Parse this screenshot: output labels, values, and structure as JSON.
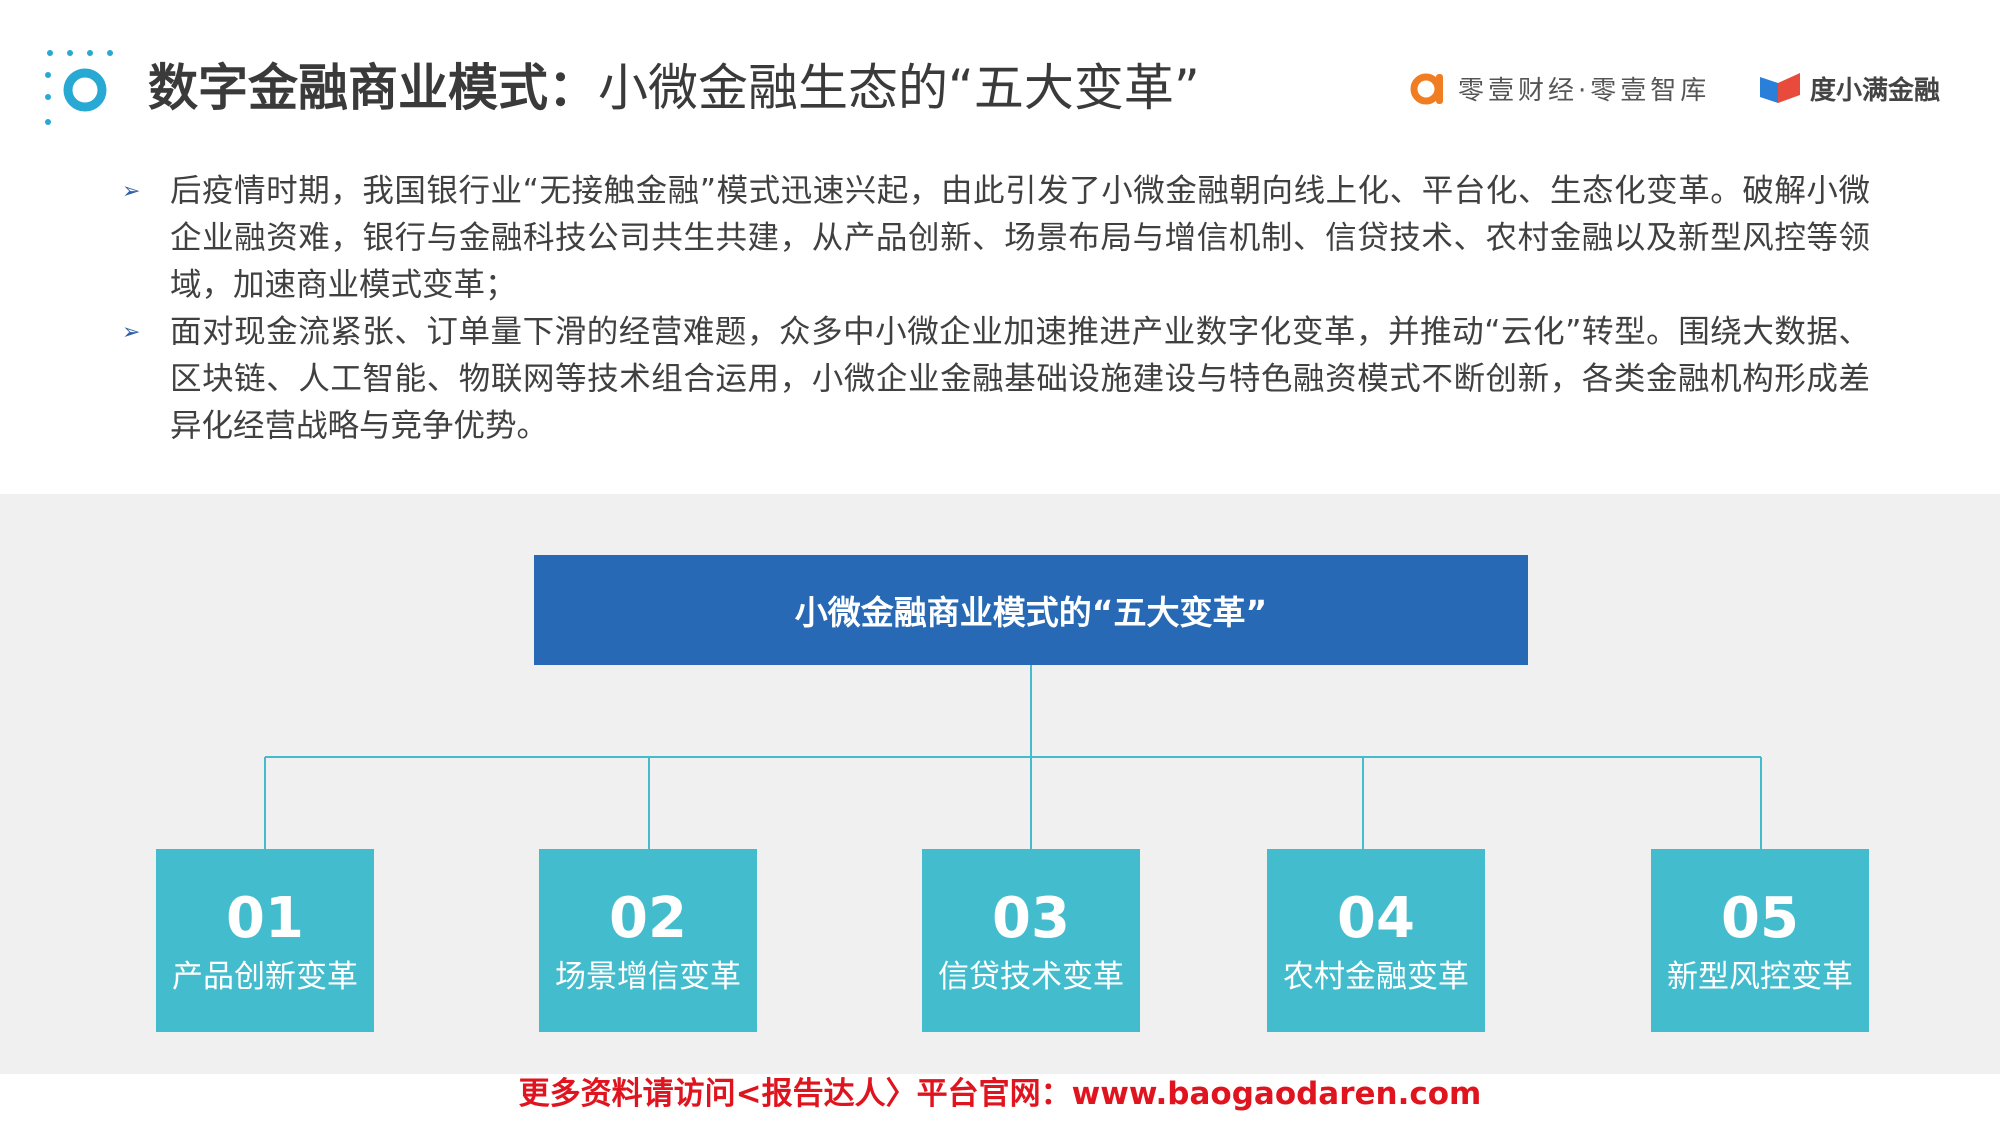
{
  "header": {
    "title_bold": "数字金融商业模式：",
    "title_rest": "小微金融生态的“五大变革”",
    "brand1_text": "零壹财经·零壹智库",
    "brand2_text": "度小满金融",
    "accent_color": "#2869b5",
    "logo_color": "#27a9d3"
  },
  "bullets": [
    "后疫情时期，我国银行业“无接触金融”模式迅速兴起，由此引发了小微金融朝向线上化、平台化、生态化变革。破解小微企业融资难，银行与金融科技公司共生共建，从产品创新、场景布局与增信机制、信贷技术、农村金融以及新型风控等领域，加速商业模式变革；",
    "面对现金流紧张、订单量下滑的经营难题，众多中小微企业加速推进产业数字化变革，并推动“云化”转型。围绕大数据、区块链、人工智能、物联网等技术组合运用，小微企业金融基础设施建设与特色融资模式不断创新，各类金融机构形成差异化经营战略与竞争优势。"
  ],
  "diagram": {
    "root": "小微金融商业模式的“五大变革”",
    "root_color": "#2869b5",
    "card_color": "#43bccd",
    "items": [
      {
        "num": "01",
        "label": "产品创新变革"
      },
      {
        "num": "02",
        "label": "场景增信变革"
      },
      {
        "num": "03",
        "label": "信贷技术变革"
      },
      {
        "num": "04",
        "label": "农村金融变革"
      },
      {
        "num": "05",
        "label": "新型风控变革"
      }
    ]
  },
  "footer": {
    "text": "更多资料请访问<报告达人〉平台官网：www.baogaodaren.com",
    "color": "#e0141e"
  }
}
